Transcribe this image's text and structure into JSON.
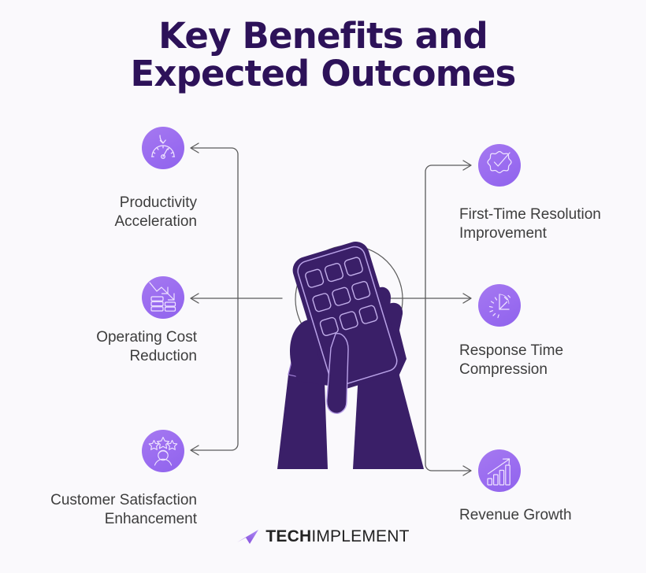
{
  "page": {
    "background_color": "#faf9fc",
    "title_line1": "Key Benefits and",
    "title_line2": "Expected Outcomes",
    "title_color": "#2d1259",
    "label_color": "#3d3d3d",
    "accent_color": "#9a6cf0",
    "illustration_color": "#3a1f68",
    "connector_color": "#5b5b5b"
  },
  "benefits": {
    "left": [
      {
        "label_line1": "Productivity",
        "label_line2": "Acceleration",
        "icon": "speedometer-gauge-icon"
      },
      {
        "label_line1": "Operating Cost",
        "label_line2": "Reduction",
        "icon": "coins-declining-chart-icon"
      },
      {
        "label_line1": "Customer Satisfaction",
        "label_line2": "Enhancement",
        "icon": "three-stars-person-icon"
      }
    ],
    "right": [
      {
        "label_line1": "First-Time Resolution",
        "label_line2": "Improvement",
        "icon": "badge-checkmark-icon"
      },
      {
        "label_line1": "Response Time",
        "label_line2": "Compression",
        "icon": "stopwatch-timer-icon"
      },
      {
        "label_line1": "Revenue Growth",
        "label_line2": "",
        "icon": "growth-bar-chart-icon"
      }
    ]
  },
  "center_illustration": {
    "name": "hands-holding-smartphone-illustration",
    "description": "Two hands holding a smartphone with an app grid"
  },
  "logo": {
    "mark": "arrow-mark-icon",
    "name_bold": "TECH",
    "name_light": "IMPLEMENT"
  }
}
